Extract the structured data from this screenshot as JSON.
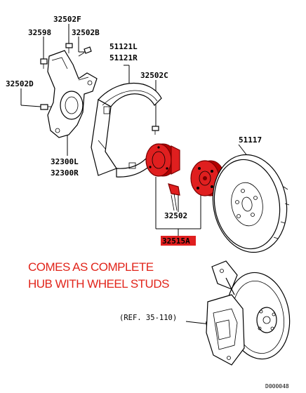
{
  "labels": {
    "p32502F": "32502F",
    "p32598": "32598",
    "p32502B": "32502B",
    "p51121L": "51121L",
    "p51121R": "51121R",
    "p32502D": "32502D",
    "p32502C": "32502C",
    "p51117": "51117",
    "p32300L": "32300L",
    "p32300R": "32300R",
    "p32502": "32502",
    "p32515A": "32515A"
  },
  "note": {
    "line1": "COMES AS COMPLETE",
    "line2": "HUB WITH WHEEL STUDS"
  },
  "reference": "(REF. 35-110)",
  "diagram_code": "D000048",
  "colors": {
    "highlight": "#e01f1f",
    "note_text": "#e1251b"
  }
}
